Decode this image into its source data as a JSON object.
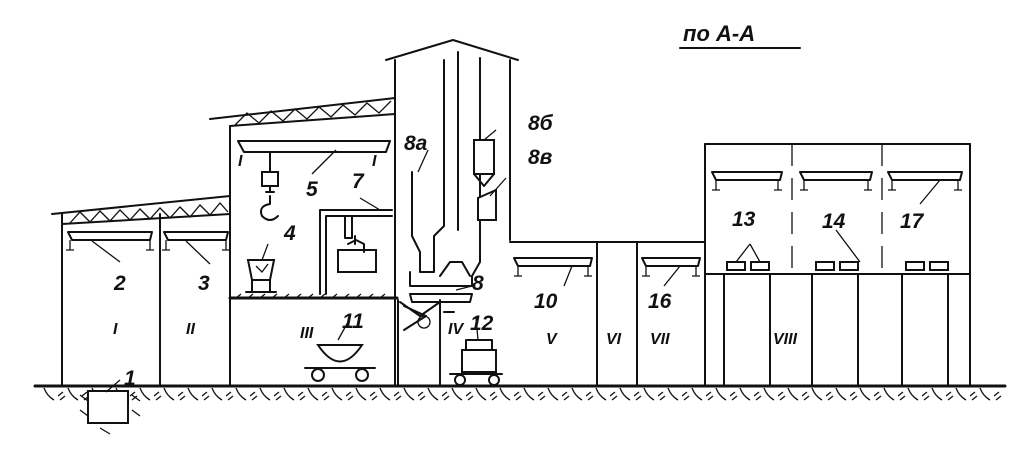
{
  "title": "по А-А",
  "numbers": [
    "1",
    "2",
    "3",
    "4",
    "5",
    "7",
    "8",
    "8а",
    "8б",
    "8в",
    "10",
    "11",
    "12",
    "13",
    "14",
    "16",
    "17"
  ],
  "romans": [
    "I",
    "II",
    "III",
    "IV",
    "V",
    "VI",
    "VII",
    "VIII"
  ],
  "beam_marks": [
    "I",
    "I"
  ]
}
